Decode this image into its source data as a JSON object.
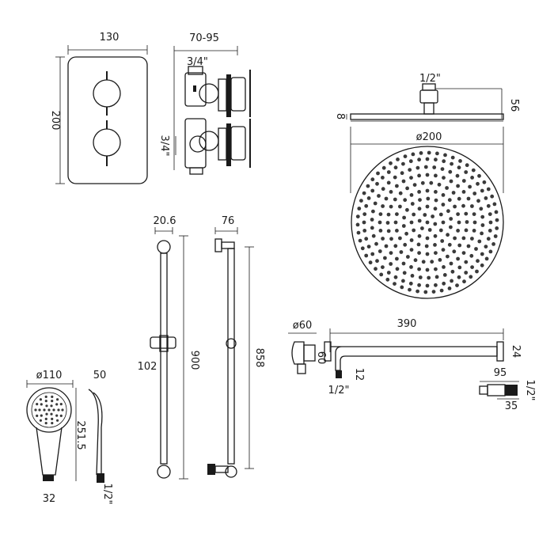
{
  "drawing": {
    "valve": {
      "width": "130",
      "height": "200",
      "depth": "70-95",
      "inlet_top": "3/4\"",
      "inlet_side": "3/4\""
    },
    "shower_head": {
      "inlet": "1/2\"",
      "depth": "56",
      "thickness": "8",
      "diameter": "ø200"
    },
    "riser_rail": {
      "tube": "20.6",
      "bracket": "76",
      "height": "900",
      "centres": "858",
      "slider": "102"
    },
    "shower_arm": {
      "flange": "ø60",
      "length": "390",
      "drop": "60",
      "end_flange": "24",
      "nut": "12",
      "inlet": "1/2\"",
      "detail_length": "95",
      "detail_inlet": "1/2\"",
      "detail_nut": "35"
    },
    "handset": {
      "diameter": "ø110",
      "depth": "50",
      "length": "251.5",
      "handle": "32",
      "hose_inlet": "1/2\""
    }
  }
}
